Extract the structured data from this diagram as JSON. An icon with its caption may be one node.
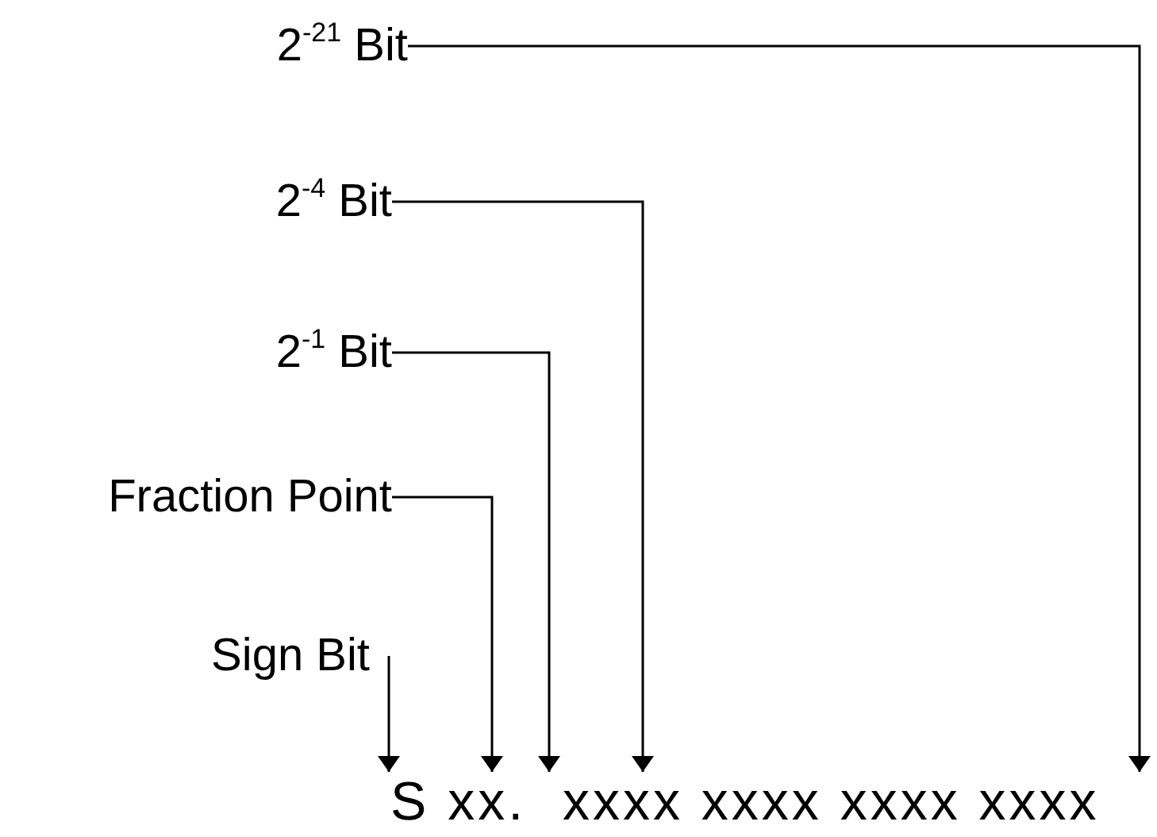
{
  "diagram": {
    "nodes": [
      {
        "text": [
          "2$^{-21}$ Bit"
        ]
      },
      {
        "text": [
          "2$^{-4}$ Bit"
        ]
      },
      {
        "text": [
          "2$^{-1}$ Bit"
        ]
      },
      {
        "text": [
          "Fraction Point"
        ]
      },
      {
        "text": [
          "Sign Bit"
        ]
      },
      {
        "text": [
          "S xx.  xxxx xxxx xxxx xxxx"
        ]
      }
    ],
    "edges": [
      {
        "from": 0,
        "to": 5,
        "arrow": "to"
      },
      {
        "from": 1,
        "to": 5,
        "arrow": "to"
      },
      {
        "from": 2,
        "to": 5,
        "arrow": "to"
      },
      {
        "from": 3,
        "to": 5,
        "arrow": "to"
      },
      {
        "from": 4,
        "to": 5,
        "arrow": "to"
      }
    ]
  }
}
